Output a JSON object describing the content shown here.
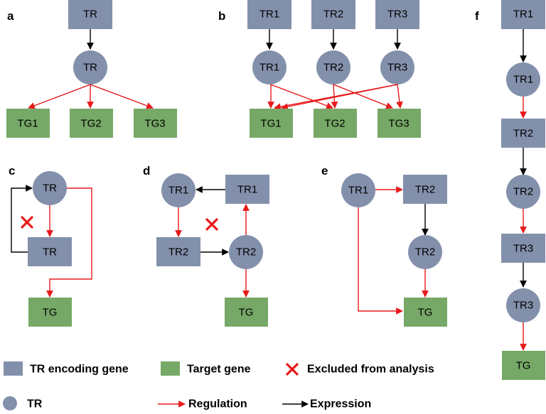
{
  "panels": {
    "a": {
      "letter": "a",
      "gene": "TR",
      "tr": "TR",
      "targets": [
        "TG1",
        "TG2",
        "TG3"
      ]
    },
    "b": {
      "letter": "b",
      "genes": [
        "TR1",
        "TR2",
        "TR3"
      ],
      "trs": [
        "TR1",
        "TR2",
        "TR3"
      ],
      "targets": [
        "TG1",
        "TG2",
        "TG3"
      ]
    },
    "c": {
      "letter": "c",
      "tr": "TR",
      "gene": "TR",
      "target": "TG"
    },
    "d": {
      "letter": "d",
      "tr1": "TR1",
      "gene1": "TR1",
      "gene2": "TR2",
      "tr2": "TR2",
      "target": "TG"
    },
    "e": {
      "letter": "e",
      "tr1": "TR1",
      "gene2": "TR2",
      "tr2": "TR2",
      "target": "TG"
    },
    "f": {
      "letter": "f",
      "gene1": "TR1",
      "tr1": "TR1",
      "gene2": "TR2",
      "tr2": "TR2",
      "gene3": "TR3",
      "tr3": "TR3",
      "target": "TG"
    }
  },
  "legend": {
    "tr_encoding_gene": "TR encoding gene",
    "target_gene": "Target gene",
    "excluded": "Excluded from analysis",
    "tr": "TR",
    "regulation": "Regulation",
    "expression": "Expression"
  },
  "colors": {
    "tr_node": "#8390ab",
    "target_node": "#76a867",
    "regulation_edge": "#e8191a",
    "expression_edge": "#000000"
  }
}
